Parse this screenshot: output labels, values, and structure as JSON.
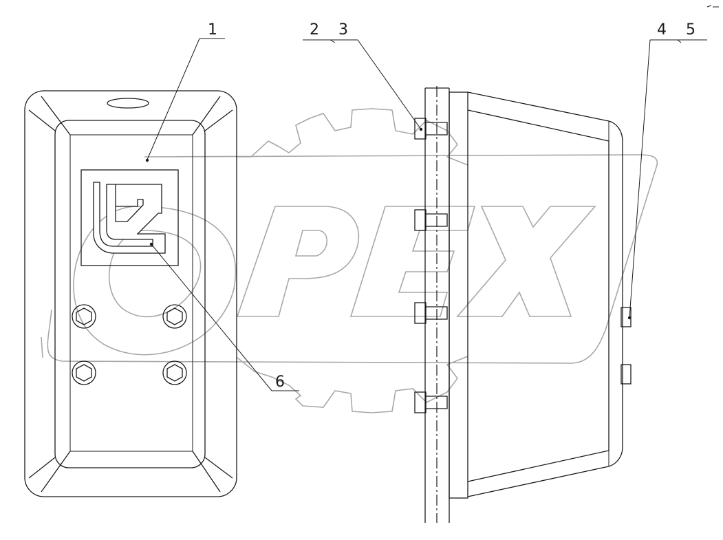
{
  "callouts": [
    {
      "id": "1",
      "label": "1"
    },
    {
      "id": "2",
      "label": "2"
    },
    {
      "id": "3",
      "label": "3"
    },
    {
      "id": "4",
      "label": "4"
    },
    {
      "id": "5",
      "label": "5"
    },
    {
      "id": "6",
      "label": "6"
    }
  ],
  "watermark": {
    "text": "OPEX",
    "color": "#a8a8a8"
  },
  "colors": {
    "line": "#1a1a1a",
    "background": "#ffffff"
  }
}
